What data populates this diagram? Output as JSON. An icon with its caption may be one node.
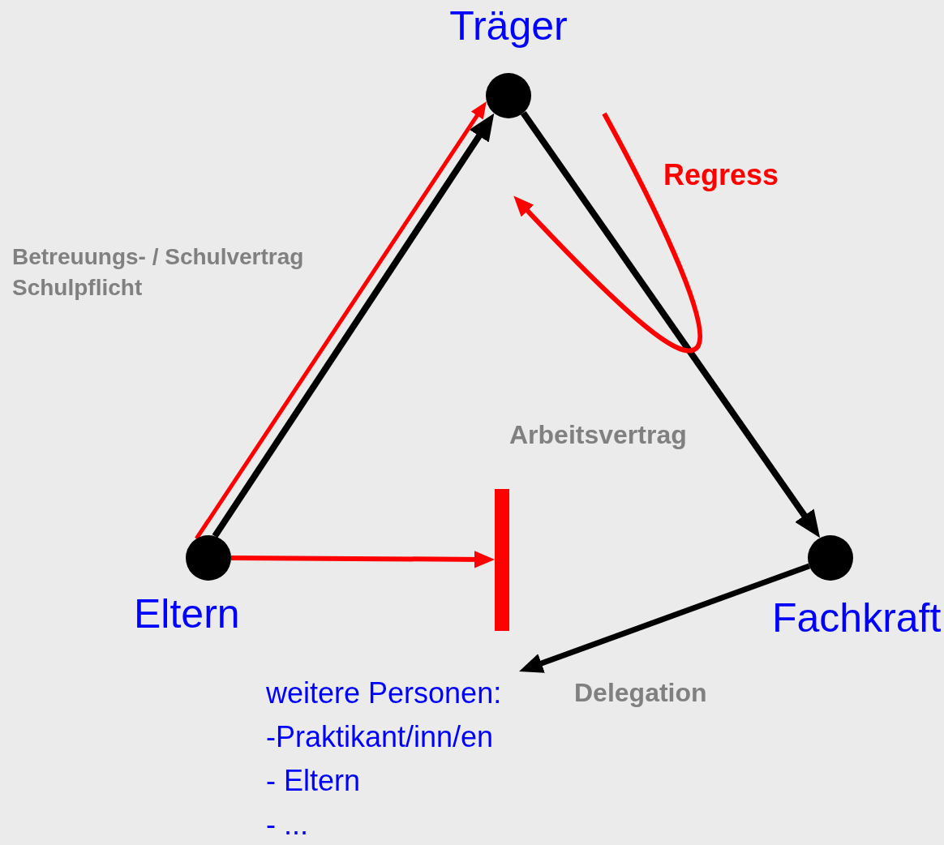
{
  "diagram": {
    "nodes": [
      {
        "text": [
          "Träger"
        ]
      },
      {
        "text": [
          "Eltern"
        ]
      },
      {
        "text": [
          "Fachkraft"
        ]
      },
      {
        "text": [],
        "shape": "bar"
      },
      {
        "text": [
          "weitere Personen:",
          "-Praktikant/inn/en",
          "- Eltern",
          "- ..."
        ]
      }
    ],
    "edges": [
      {
        "from": 1,
        "to": 0,
        "arrow": "to"
      },
      {
        "from": 1,
        "to": 0,
        "arrow": "to",
        "color": "#ff0000"
      },
      {
        "from": 0,
        "to": 2,
        "arrow": "to",
        "label": "Arbeitsvertrag"
      },
      {
        "from": null,
        "to": 0,
        "arrow": "to",
        "label": "Regress",
        "color": "#ff0000"
      },
      {
        "from": 1,
        "to": 3,
        "arrow": "to",
        "color": "#ff0000"
      },
      {
        "from": 2,
        "to": 4,
        "arrow": "to",
        "label": "Delegation"
      }
    ],
    "labels": [
      "Betreuungs- / Schulvertrag",
      "Schulpflicht"
    ]
  }
}
